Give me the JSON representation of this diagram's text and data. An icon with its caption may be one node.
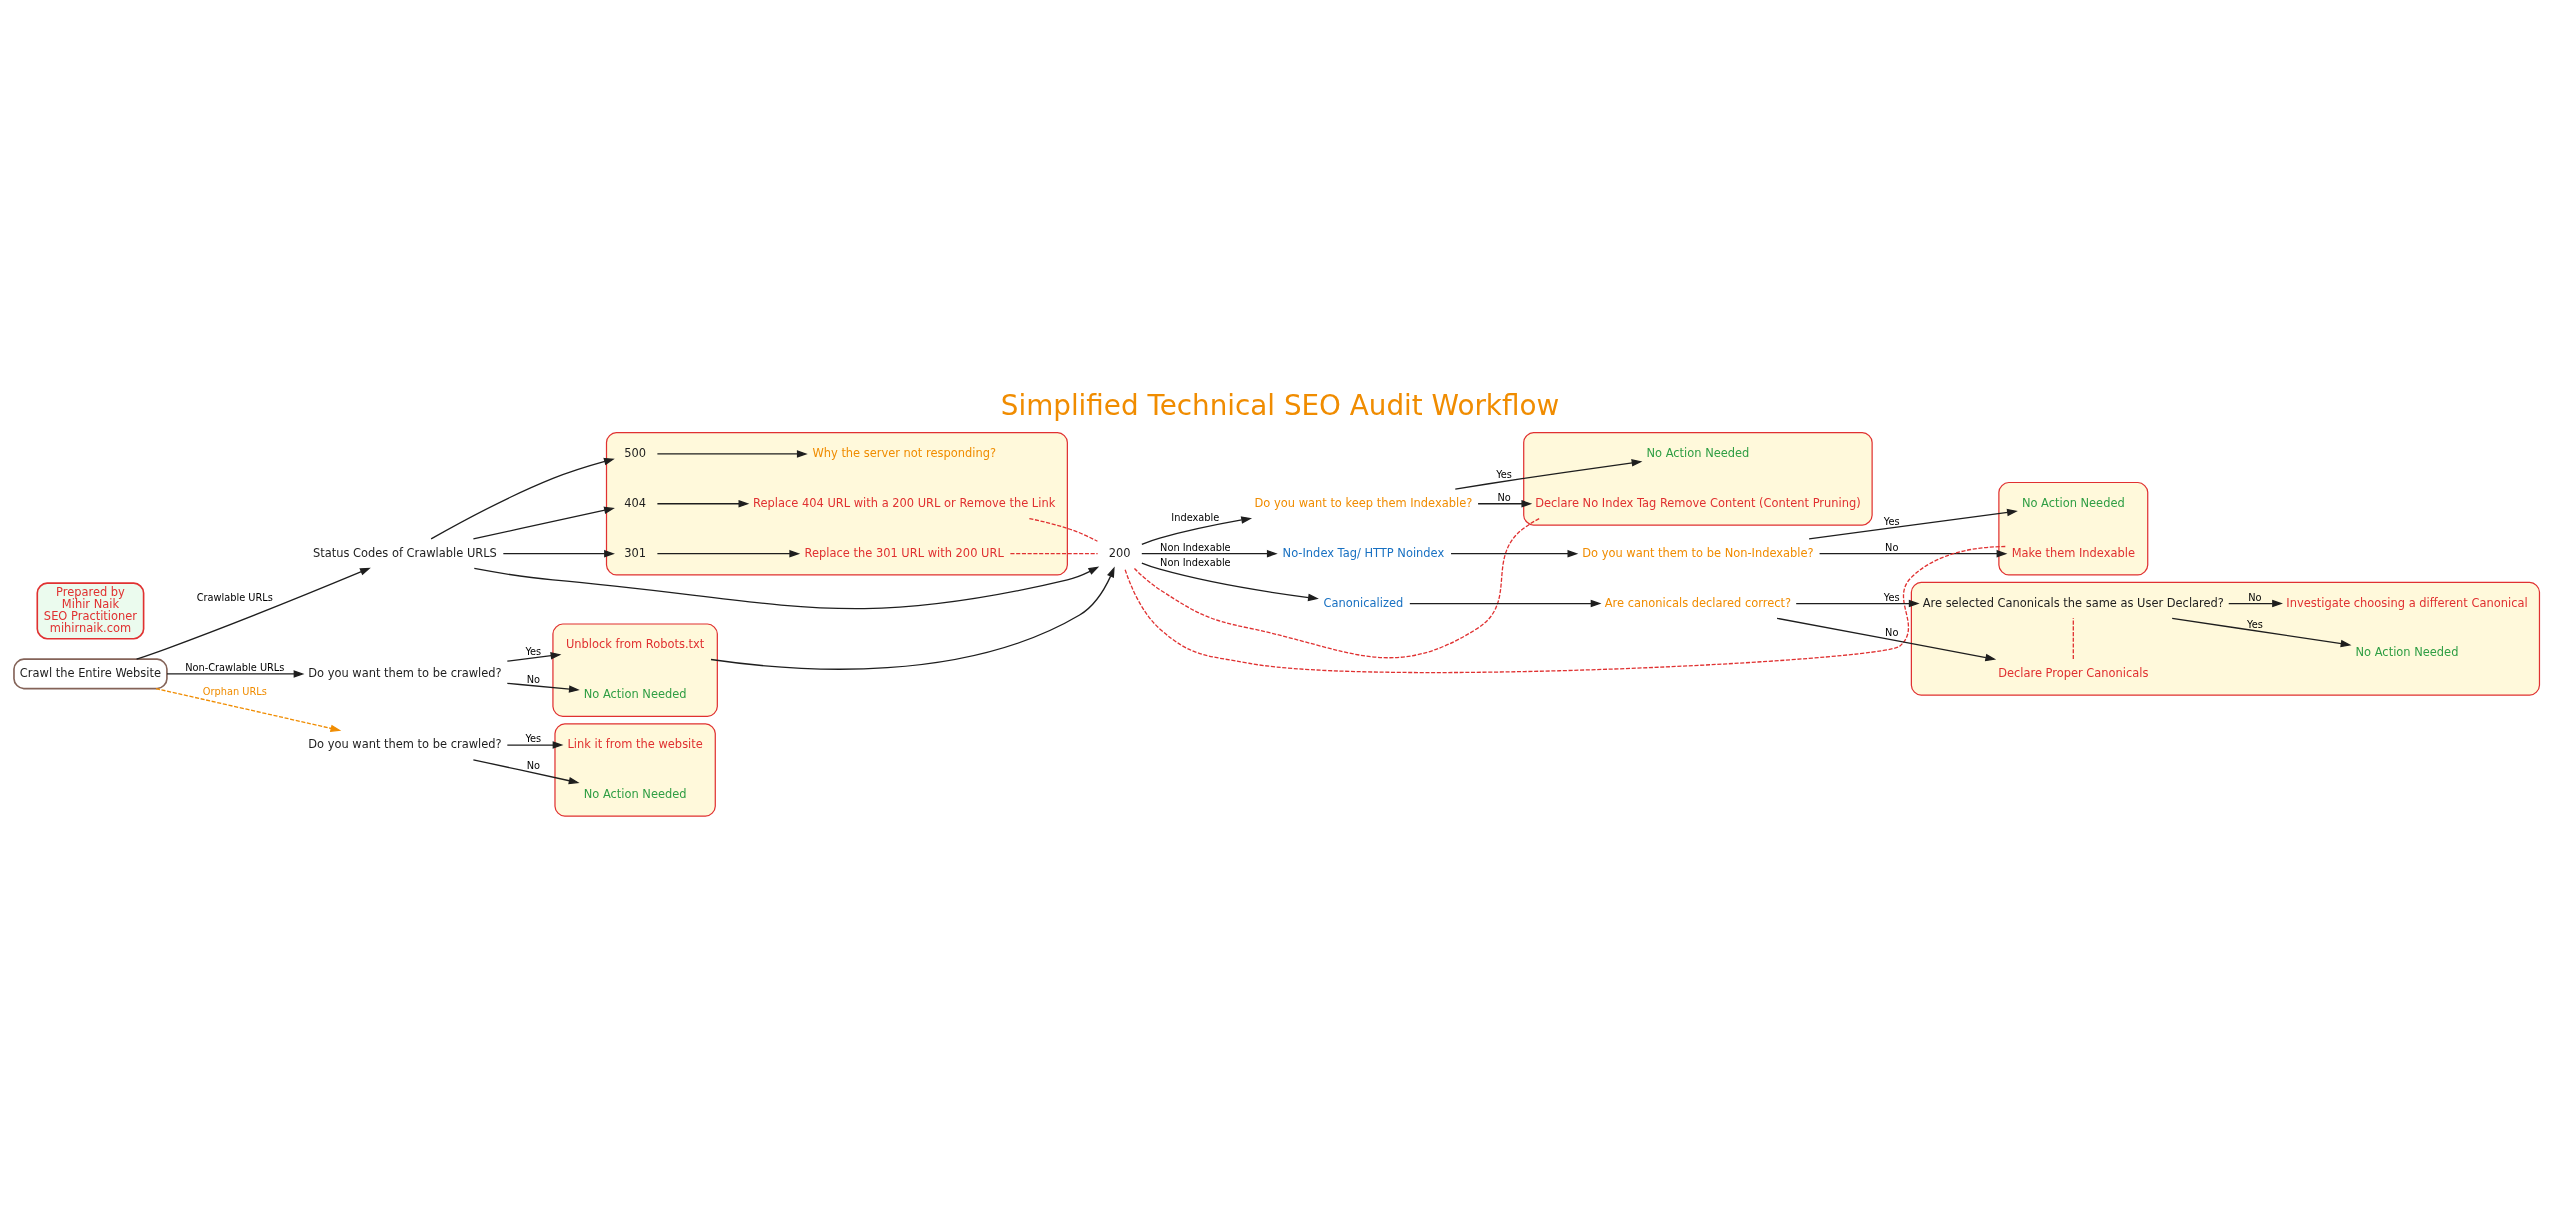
{
  "diagram": {
    "title": "Simplified Technical SEO Audit Workflow",
    "nodes": [
      {
        "text": [
          "Crawl the Entire Website"
        ]
      },
      {
        "text": [
          "Status Codes of Crawlable URLS"
        ]
      },
      {
        "text": [],
        "shape": "box"
      },
      {
        "text": [
          "500"
        ],
        "in": 2
      },
      {
        "text": [
          "Why the server not responding?"
        ],
        "in": 2
      },
      {
        "text": [
          "404"
        ],
        "in": 2
      },
      {
        "text": [
          "Replace 404 URL with a 200 URL or Remove the Link"
        ],
        "in": 2
      },
      {
        "text": [
          "301"
        ],
        "in": 2
      },
      {
        "text": [
          "Replace the 301 URL with 200 URL"
        ],
        "in": 2
      },
      {
        "text": [
          "200"
        ]
      },
      {
        "text": [
          "Do you want to keep them Indexable?"
        ]
      },
      {
        "text": [],
        "shape": "box"
      },
      {
        "text": [
          "No Action Needed"
        ],
        "in": 11
      },
      {
        "text": [
          "Declare No Index Tag Remove Content (Content Pruning)"
        ],
        "in": 11
      },
      {
        "text": [
          "No-Index Tag/ HTTP Noindex"
        ]
      },
      {
        "text": [
          "Do you want them to be Non-Indexable?"
        ]
      },
      {
        "text": [],
        "shape": "box"
      },
      {
        "text": [
          "No Action Needed"
        ],
        "in": 16
      },
      {
        "text": [
          "Make them Indexable"
        ],
        "in": 16
      },
      {
        "text": [
          "Canonicalized"
        ]
      },
      {
        "text": [
          "Are canonicals declared correct?"
        ]
      },
      {
        "text": [],
        "shape": "box"
      },
      {
        "text": [
          "Are selected Canonicals the same as User Declared?"
        ],
        "in": 21
      },
      {
        "text": [
          "Declare Proper Canonicals"
        ],
        "in": 21
      },
      {
        "text": [
          "No Action Needed"
        ],
        "in": 21
      },
      {
        "text": [
          "Investigate choosing a different Canonical"
        ],
        "in": 21
      },
      {
        "text": [
          "Do you want them to be crawled?"
        ]
      },
      {
        "text": [],
        "shape": "box"
      },
      {
        "text": [
          "Unblock from Robots.txt"
        ],
        "in": 27
      },
      {
        "text": [
          "No Action Needed"
        ],
        "in": 27
      },
      {
        "text": [
          "Do you want them to be crawled?"
        ]
      },
      {
        "text": [],
        "shape": "box"
      },
      {
        "text": [
          "Link it from the website"
        ],
        "in": 31
      },
      {
        "text": [
          "No Action Needed"
        ],
        "in": 31
      },
      {
        "text": [
          "Prepared by",
          "Mihir Naik",
          "SEO Practitioner",
          "mihirnaik.com"
        ]
      }
    ],
    "edges": [
      {
        "from": 0,
        "to": 1,
        "arrow": "to",
        "label": "Crawlable URLs"
      },
      {
        "from": 1,
        "to": 3,
        "arrow": "to"
      },
      {
        "from": 1,
        "to": 5,
        "arrow": "to"
      },
      {
        "from": 1,
        "to": 7,
        "arrow": "to"
      },
      {
        "from": 1,
        "to": 9,
        "arrow": "to"
      },
      {
        "from": 3,
        "to": 4,
        "arrow": "to"
      },
      {
        "from": 5,
        "to": 6,
        "arrow": "to"
      },
      {
        "from": 7,
        "to": 8,
        "arrow": "to"
      },
      {
        "from": 9,
        "to": 10,
        "arrow": "to",
        "label": "Indexable"
      },
      {
        "from": 9,
        "to": 14,
        "arrow": "to",
        "label": "Non Indexable"
      },
      {
        "from": 9,
        "to": 19,
        "arrow": "to",
        "label": "Non Indexable"
      },
      {
        "from": 10,
        "to": 12,
        "arrow": "to",
        "label": "Yes"
      },
      {
        "from": 10,
        "to": 13,
        "arrow": "to",
        "label": "No"
      },
      {
        "from": 14,
        "to": 15,
        "arrow": "to"
      },
      {
        "from": 15,
        "to": 17,
        "arrow": "to",
        "label": "Yes"
      },
      {
        "from": 15,
        "to": 18,
        "arrow": "to",
        "label": "No"
      },
      {
        "from": 19,
        "to": 20,
        "arrow": "to"
      },
      {
        "from": 20,
        "to": 22,
        "arrow": "to",
        "label": "Yes"
      },
      {
        "from": 20,
        "to": 23,
        "arrow": "to",
        "label": "No"
      },
      {
        "from": 22,
        "to": 24,
        "arrow": "to",
        "label": "Yes"
      },
      {
        "from": 22,
        "to": 25,
        "arrow": "to",
        "label": "No"
      },
      {
        "from": 0,
        "to": 26,
        "arrow": "to",
        "label": "Non-Crawlable URLs"
      },
      {
        "from": 26,
        "to": 28,
        "arrow": "to",
        "label": "Yes"
      },
      {
        "from": 26,
        "to": 29,
        "arrow": "to",
        "label": "No"
      },
      {
        "from": 28,
        "to": 9,
        "arrow": "to"
      },
      {
        "from": 0,
        "to": 30,
        "arrow": "to",
        "label": "Orphan URLs",
        "style": "dashed",
        "color": "#f08c00"
      },
      {
        "from": 30,
        "to": 32,
        "arrow": "to",
        "label": "Yes"
      },
      {
        "from": 30,
        "to": 33,
        "arrow": "to",
        "label": "No"
      },
      {
        "from": 6,
        "to": 9,
        "arrow": "none",
        "style": "dashed",
        "color": "#e03131"
      },
      {
        "from": 8,
        "to": 9,
        "arrow": "none",
        "style": "dashed",
        "color": "#e03131"
      },
      {
        "from": 13,
        "to": 9,
        "arrow": "none",
        "style": "dashed",
        "color": "#e03131"
      },
      {
        "from": 18,
        "to": 9,
        "arrow": "none",
        "style": "dashed",
        "color": "#e03131"
      },
      {
        "from": 23,
        "to": 22,
        "arrow": "none",
        "style": "dashed",
        "color": "#e03131"
      }
    ]
  }
}
